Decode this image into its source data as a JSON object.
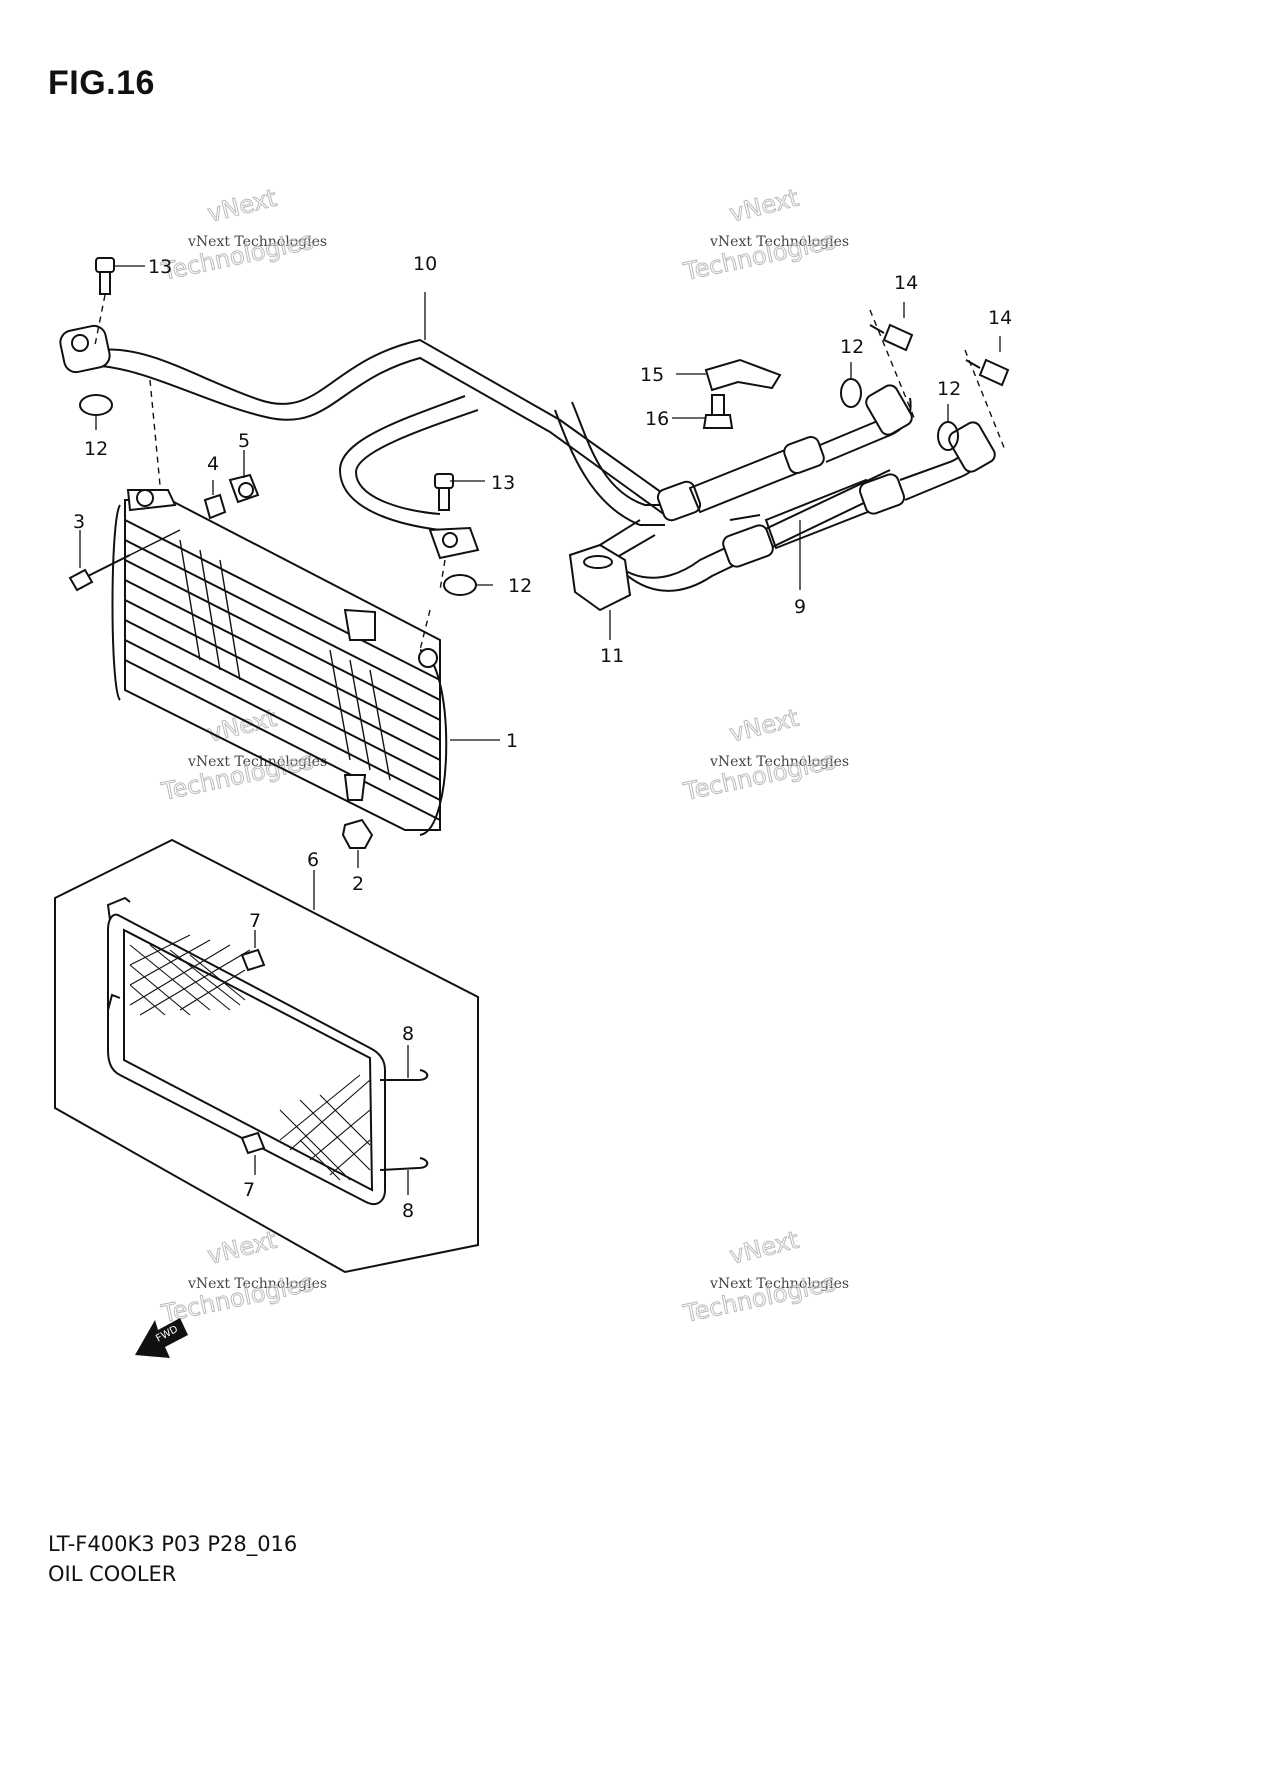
{
  "figure": {
    "title": "FIG.16"
  },
  "footer": {
    "code": "LT-F400K3 P03 P28_016",
    "name": "OIL COOLER"
  },
  "watermark": {
    "line1": "vNext",
    "line2": "vNext Technologies",
    "line3": "Technologies"
  },
  "callouts": {
    "c1": "1",
    "c2": "2",
    "c3": "3",
    "c4": "4",
    "c5": "5",
    "c6": "6",
    "c7a": "7",
    "c7b": "7",
    "c8a": "8",
    "c8b": "8",
    "c9": "9",
    "c10": "10",
    "c11": "11",
    "c12a": "12",
    "c12b": "12",
    "c12c": "12",
    "c12d": "12",
    "c13a": "13",
    "c13b": "13",
    "c14a": "14",
    "c14b": "14",
    "c15": "15",
    "c16": "16"
  },
  "fwd_label": "FWD"
}
